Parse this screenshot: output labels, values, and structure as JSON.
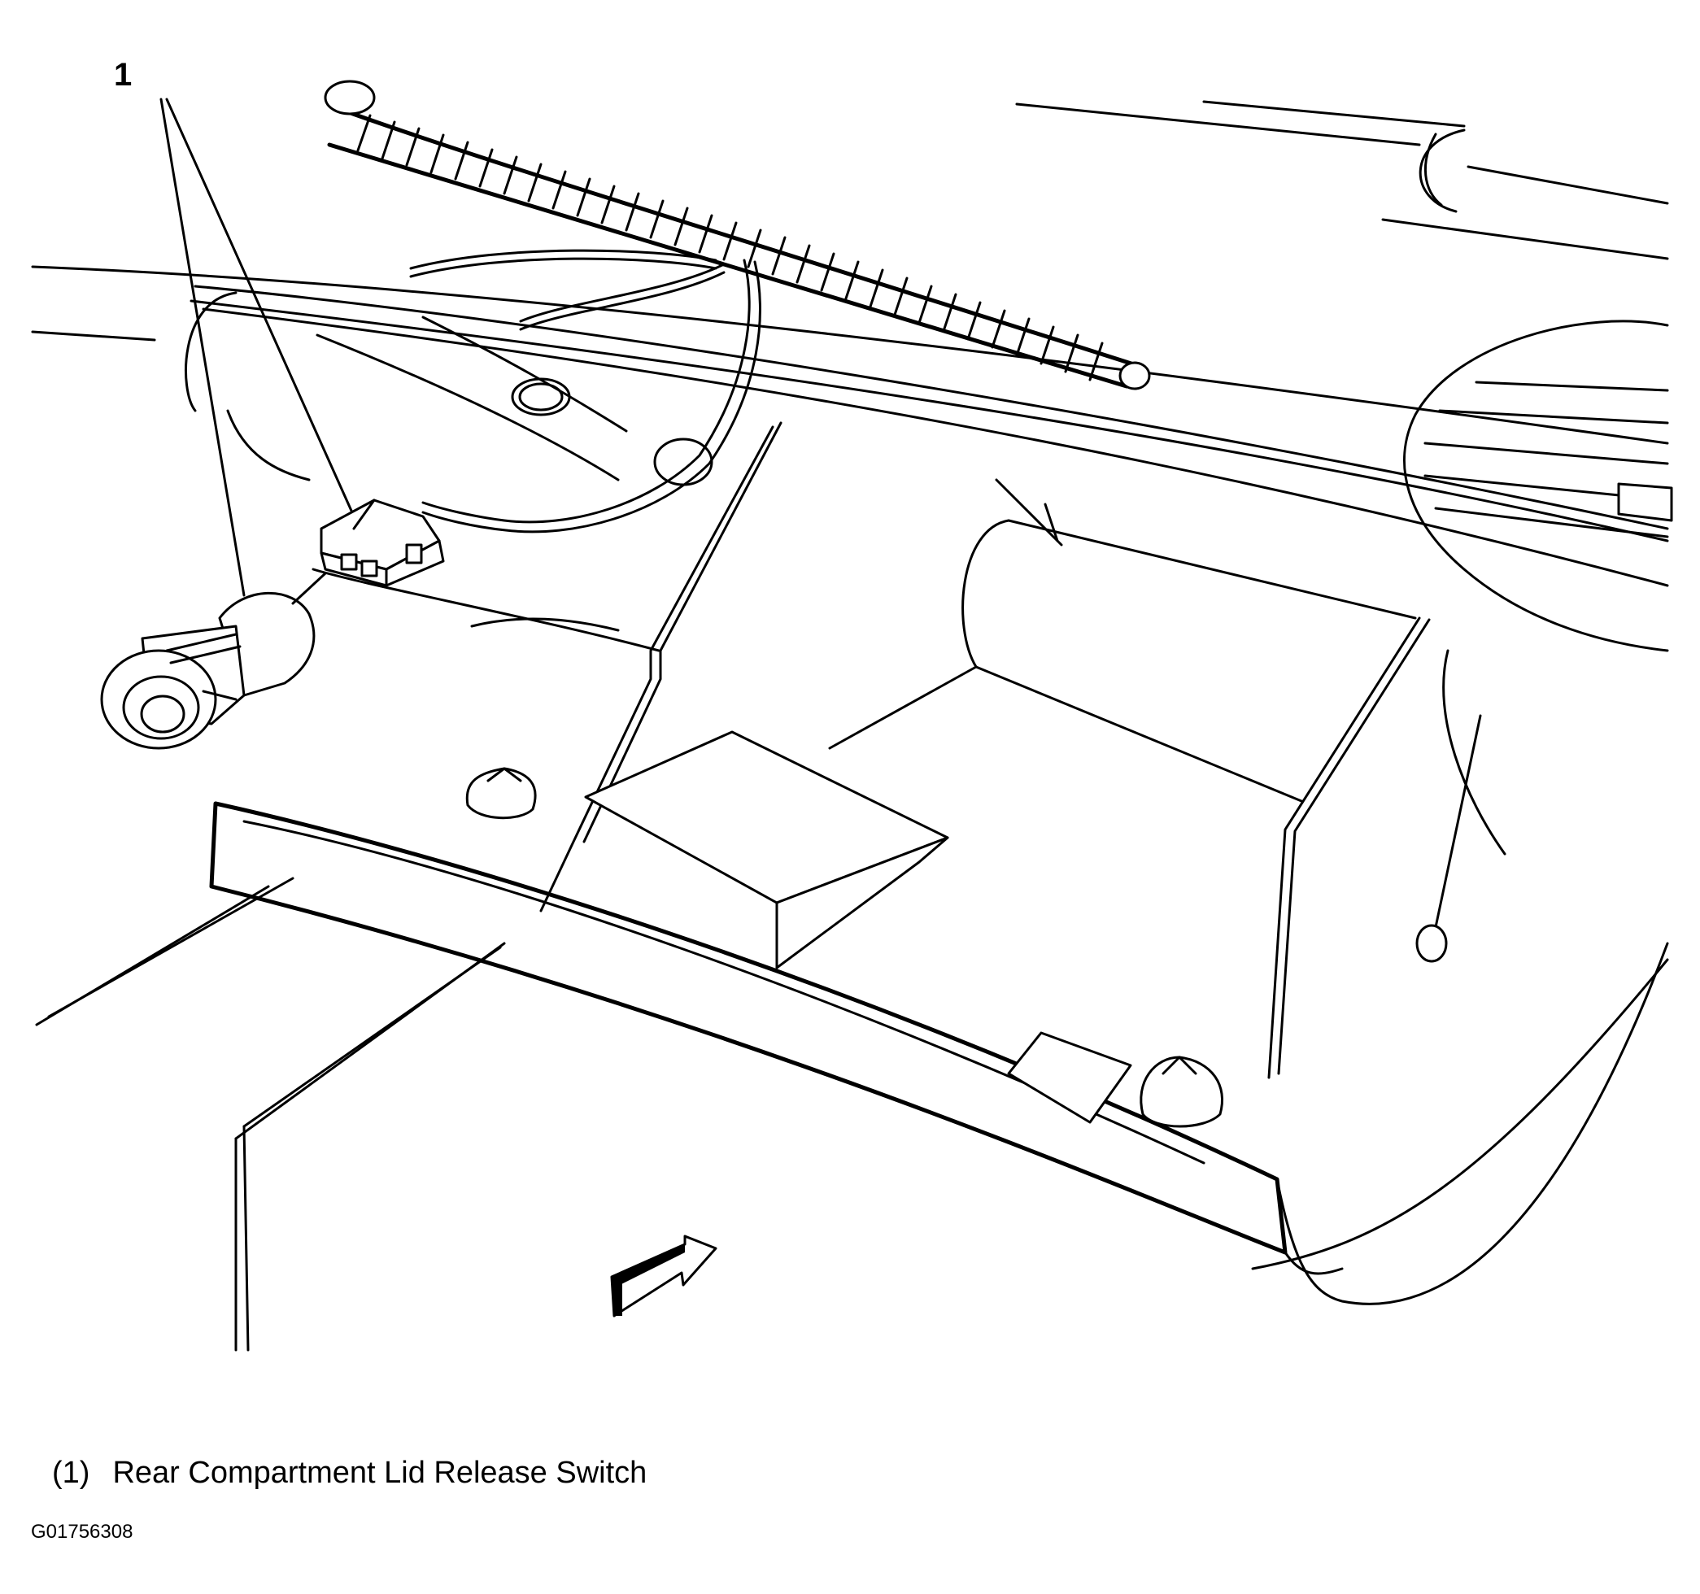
{
  "figure": {
    "callout_number": "1",
    "legend_items": [
      {
        "number": "(1)",
        "label": "Rear Compartment Lid Release Switch"
      }
    ],
    "figure_id": "G01756308"
  }
}
